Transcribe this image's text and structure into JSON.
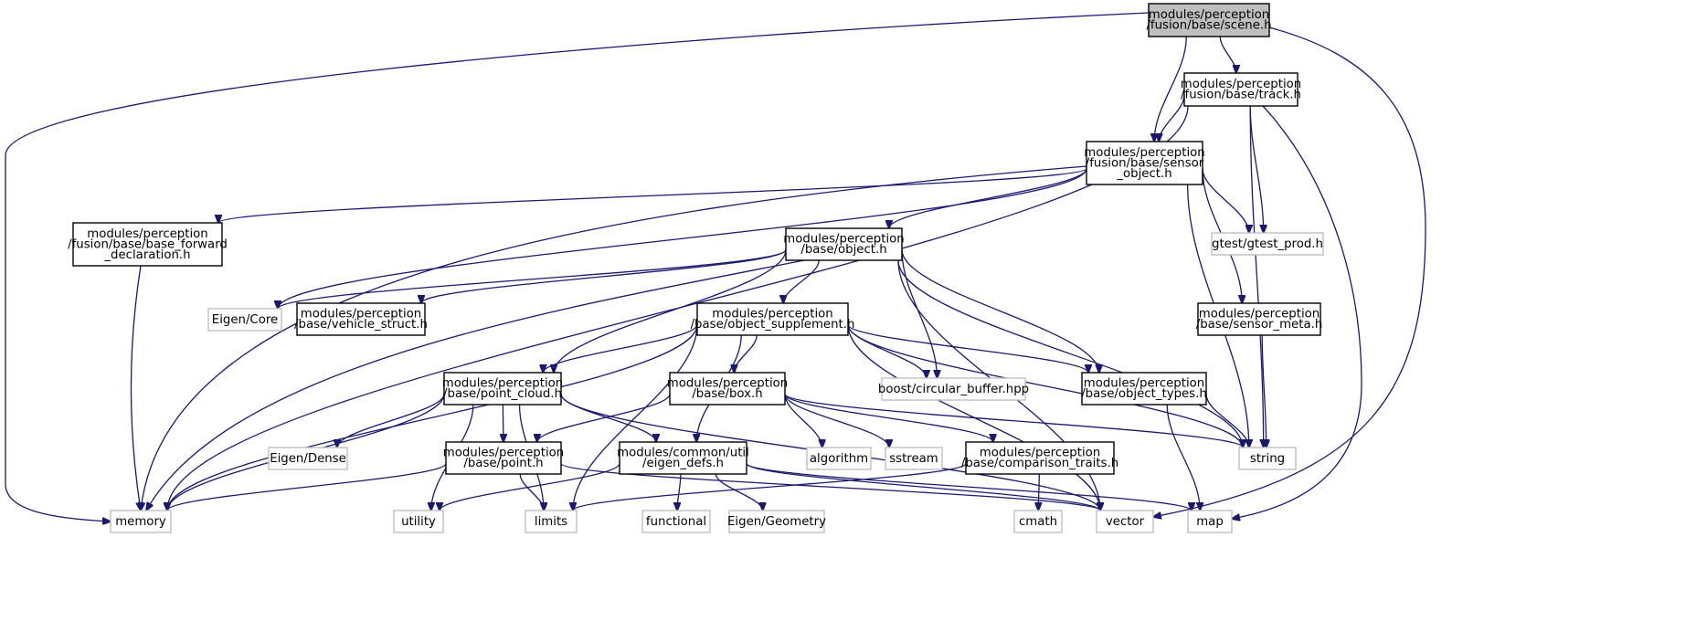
{
  "nodes": {
    "scene": {
      "lines": [
        "modules/perception",
        "/fusion/base/scene.h"
      ],
      "external": false,
      "root": true
    },
    "track": {
      "lines": [
        "modules/perception",
        "/fusion/base/track.h"
      ],
      "external": false
    },
    "sensor_object": {
      "lines": [
        "modules/perception",
        "/fusion/base/sensor",
        "_object.h"
      ],
      "external": false
    },
    "base_forward": {
      "lines": [
        "modules/perception",
        "/fusion/base/base_forward",
        "_declaration.h"
      ],
      "external": false
    },
    "object": {
      "lines": [
        "modules/perception",
        "/base/object.h"
      ],
      "external": false
    },
    "gtest": {
      "lines": [
        "gtest/gtest_prod.h"
      ],
      "external": true
    },
    "eigen_core": {
      "lines": [
        "Eigen/Core"
      ],
      "external": true
    },
    "vehicle_struct": {
      "lines": [
        "modules/perception",
        "/base/vehicle_struct.h"
      ],
      "external": false
    },
    "object_supplement": {
      "lines": [
        "modules/perception",
        "/base/object_supplement.h"
      ],
      "external": false
    },
    "sensor_meta": {
      "lines": [
        "modules/perception",
        "/base/sensor_meta.h"
      ],
      "external": false
    },
    "point_cloud": {
      "lines": [
        "modules/perception",
        "/base/point_cloud.h"
      ],
      "external": false
    },
    "box": {
      "lines": [
        "modules/perception",
        "/base/box.h"
      ],
      "external": false
    },
    "circular_buffer": {
      "lines": [
        "boost/circular_buffer.hpp"
      ],
      "external": true
    },
    "object_types": {
      "lines": [
        "modules/perception",
        "/base/object_types.h"
      ],
      "external": false
    },
    "eigen_dense": {
      "lines": [
        "Eigen/Dense"
      ],
      "external": true
    },
    "point": {
      "lines": [
        "modules/perception",
        "/base/point.h"
      ],
      "external": false
    },
    "eigen_defs": {
      "lines": [
        "modules/common/util",
        "/eigen_defs.h"
      ],
      "external": false
    },
    "algorithm": {
      "lines": [
        "algorithm"
      ],
      "external": true
    },
    "sstream": {
      "lines": [
        "sstream"
      ],
      "external": true
    },
    "comparison_traits": {
      "lines": [
        "modules/perception",
        "/base/comparison_traits.h"
      ],
      "external": false
    },
    "string": {
      "lines": [
        "string"
      ],
      "external": true
    },
    "memory": {
      "lines": [
        "memory"
      ],
      "external": true
    },
    "utility": {
      "lines": [
        "utility"
      ],
      "external": true
    },
    "limits": {
      "lines": [
        "limits"
      ],
      "external": true
    },
    "functional": {
      "lines": [
        "functional"
      ],
      "external": true
    },
    "eigen_geometry": {
      "lines": [
        "Eigen/Geometry"
      ],
      "external": true
    },
    "cmath": {
      "lines": [
        "cmath"
      ],
      "external": true
    },
    "vector": {
      "lines": [
        "vector"
      ],
      "external": true
    },
    "map": {
      "lines": [
        "map"
      ],
      "external": true
    }
  },
  "edges": [
    [
      "scene",
      "memory"
    ],
    [
      "scene",
      "track"
    ],
    [
      "scene",
      "sensor_object"
    ],
    [
      "scene",
      "vector"
    ],
    [
      "track",
      "memory"
    ],
    [
      "track",
      "sensor_object"
    ],
    [
      "track",
      "gtest"
    ],
    [
      "track",
      "string"
    ],
    [
      "track",
      "map"
    ],
    [
      "sensor_object",
      "base_forward"
    ],
    [
      "sensor_object",
      "memory"
    ],
    [
      "sensor_object",
      "object"
    ],
    [
      "sensor_object",
      "eigen_core"
    ],
    [
      "sensor_object",
      "gtest"
    ],
    [
      "sensor_object",
      "sensor_meta"
    ],
    [
      "sensor_object",
      "string"
    ],
    [
      "base_forward",
      "memory"
    ],
    [
      "object",
      "eigen_core"
    ],
    [
      "object",
      "vehicle_struct"
    ],
    [
      "object",
      "memory"
    ],
    [
      "object",
      "object_supplement"
    ],
    [
      "object",
      "point_cloud"
    ],
    [
      "object",
      "circular_buffer"
    ],
    [
      "object",
      "object_types"
    ],
    [
      "object",
      "string"
    ],
    [
      "object",
      "vector"
    ],
    [
      "object_supplement",
      "memory"
    ],
    [
      "object_supplement",
      "point_cloud"
    ],
    [
      "object_supplement",
      "box"
    ],
    [
      "object_supplement",
      "circular_buffer"
    ],
    [
      "object_supplement",
      "object_types"
    ],
    [
      "object_supplement",
      "eigen_defs"
    ],
    [
      "object_supplement",
      "limits"
    ],
    [
      "object_supplement",
      "string"
    ],
    [
      "object_supplement",
      "vector"
    ],
    [
      "sensor_meta",
      "string"
    ],
    [
      "point_cloud",
      "memory"
    ],
    [
      "point_cloud",
      "eigen_dense"
    ],
    [
      "point_cloud",
      "point"
    ],
    [
      "point_cloud",
      "eigen_defs"
    ],
    [
      "point_cloud",
      "utility"
    ],
    [
      "point_cloud",
      "limits"
    ],
    [
      "point_cloud",
      "vector"
    ],
    [
      "box",
      "point"
    ],
    [
      "box",
      "algorithm"
    ],
    [
      "box",
      "sstream"
    ],
    [
      "box",
      "comparison_traits"
    ],
    [
      "box",
      "string"
    ],
    [
      "object_types",
      "string"
    ],
    [
      "object_types",
      "map"
    ],
    [
      "point",
      "memory"
    ],
    [
      "point",
      "limits"
    ],
    [
      "point",
      "vector"
    ],
    [
      "eigen_defs",
      "utility"
    ],
    [
      "eigen_defs",
      "functional"
    ],
    [
      "eigen_defs",
      "eigen_geometry"
    ],
    [
      "eigen_defs",
      "map"
    ],
    [
      "eigen_defs",
      "vector"
    ],
    [
      "comparison_traits",
      "limits"
    ],
    [
      "comparison_traits",
      "cmath"
    ]
  ]
}
